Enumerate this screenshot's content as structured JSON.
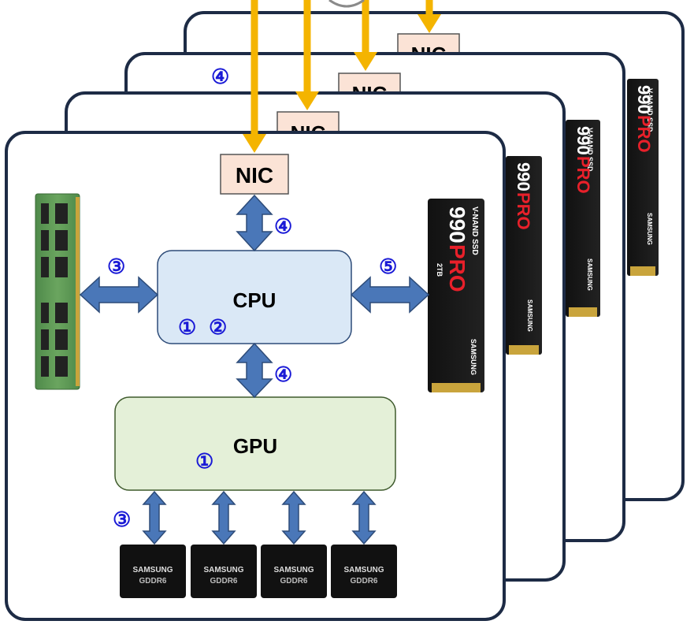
{
  "labels": {
    "nic": "NIC",
    "cpu": "CPU",
    "gpu": "GPU",
    "step1": "①",
    "step2": "②",
    "step3": "③",
    "step4": "④",
    "step5": "⑤"
  },
  "ssd": {
    "line1": "V-NAND SSD",
    "model_a": "990",
    "model_b": "PRO",
    "capacity": "2TB",
    "brand": "SAMSUNG"
  },
  "gddr": {
    "brand": "SAMSUNG",
    "type": "GDDR6"
  },
  "colors": {
    "node_border": "#1d2b45",
    "nic_fill": "#fbe3d6",
    "cpu_fill": "#dae8f6",
    "gpu_fill": "#e4f0d8",
    "link_arrow": "#4a77b8",
    "network_arrow": "#f4b400",
    "badge": "#1a1ad6"
  }
}
